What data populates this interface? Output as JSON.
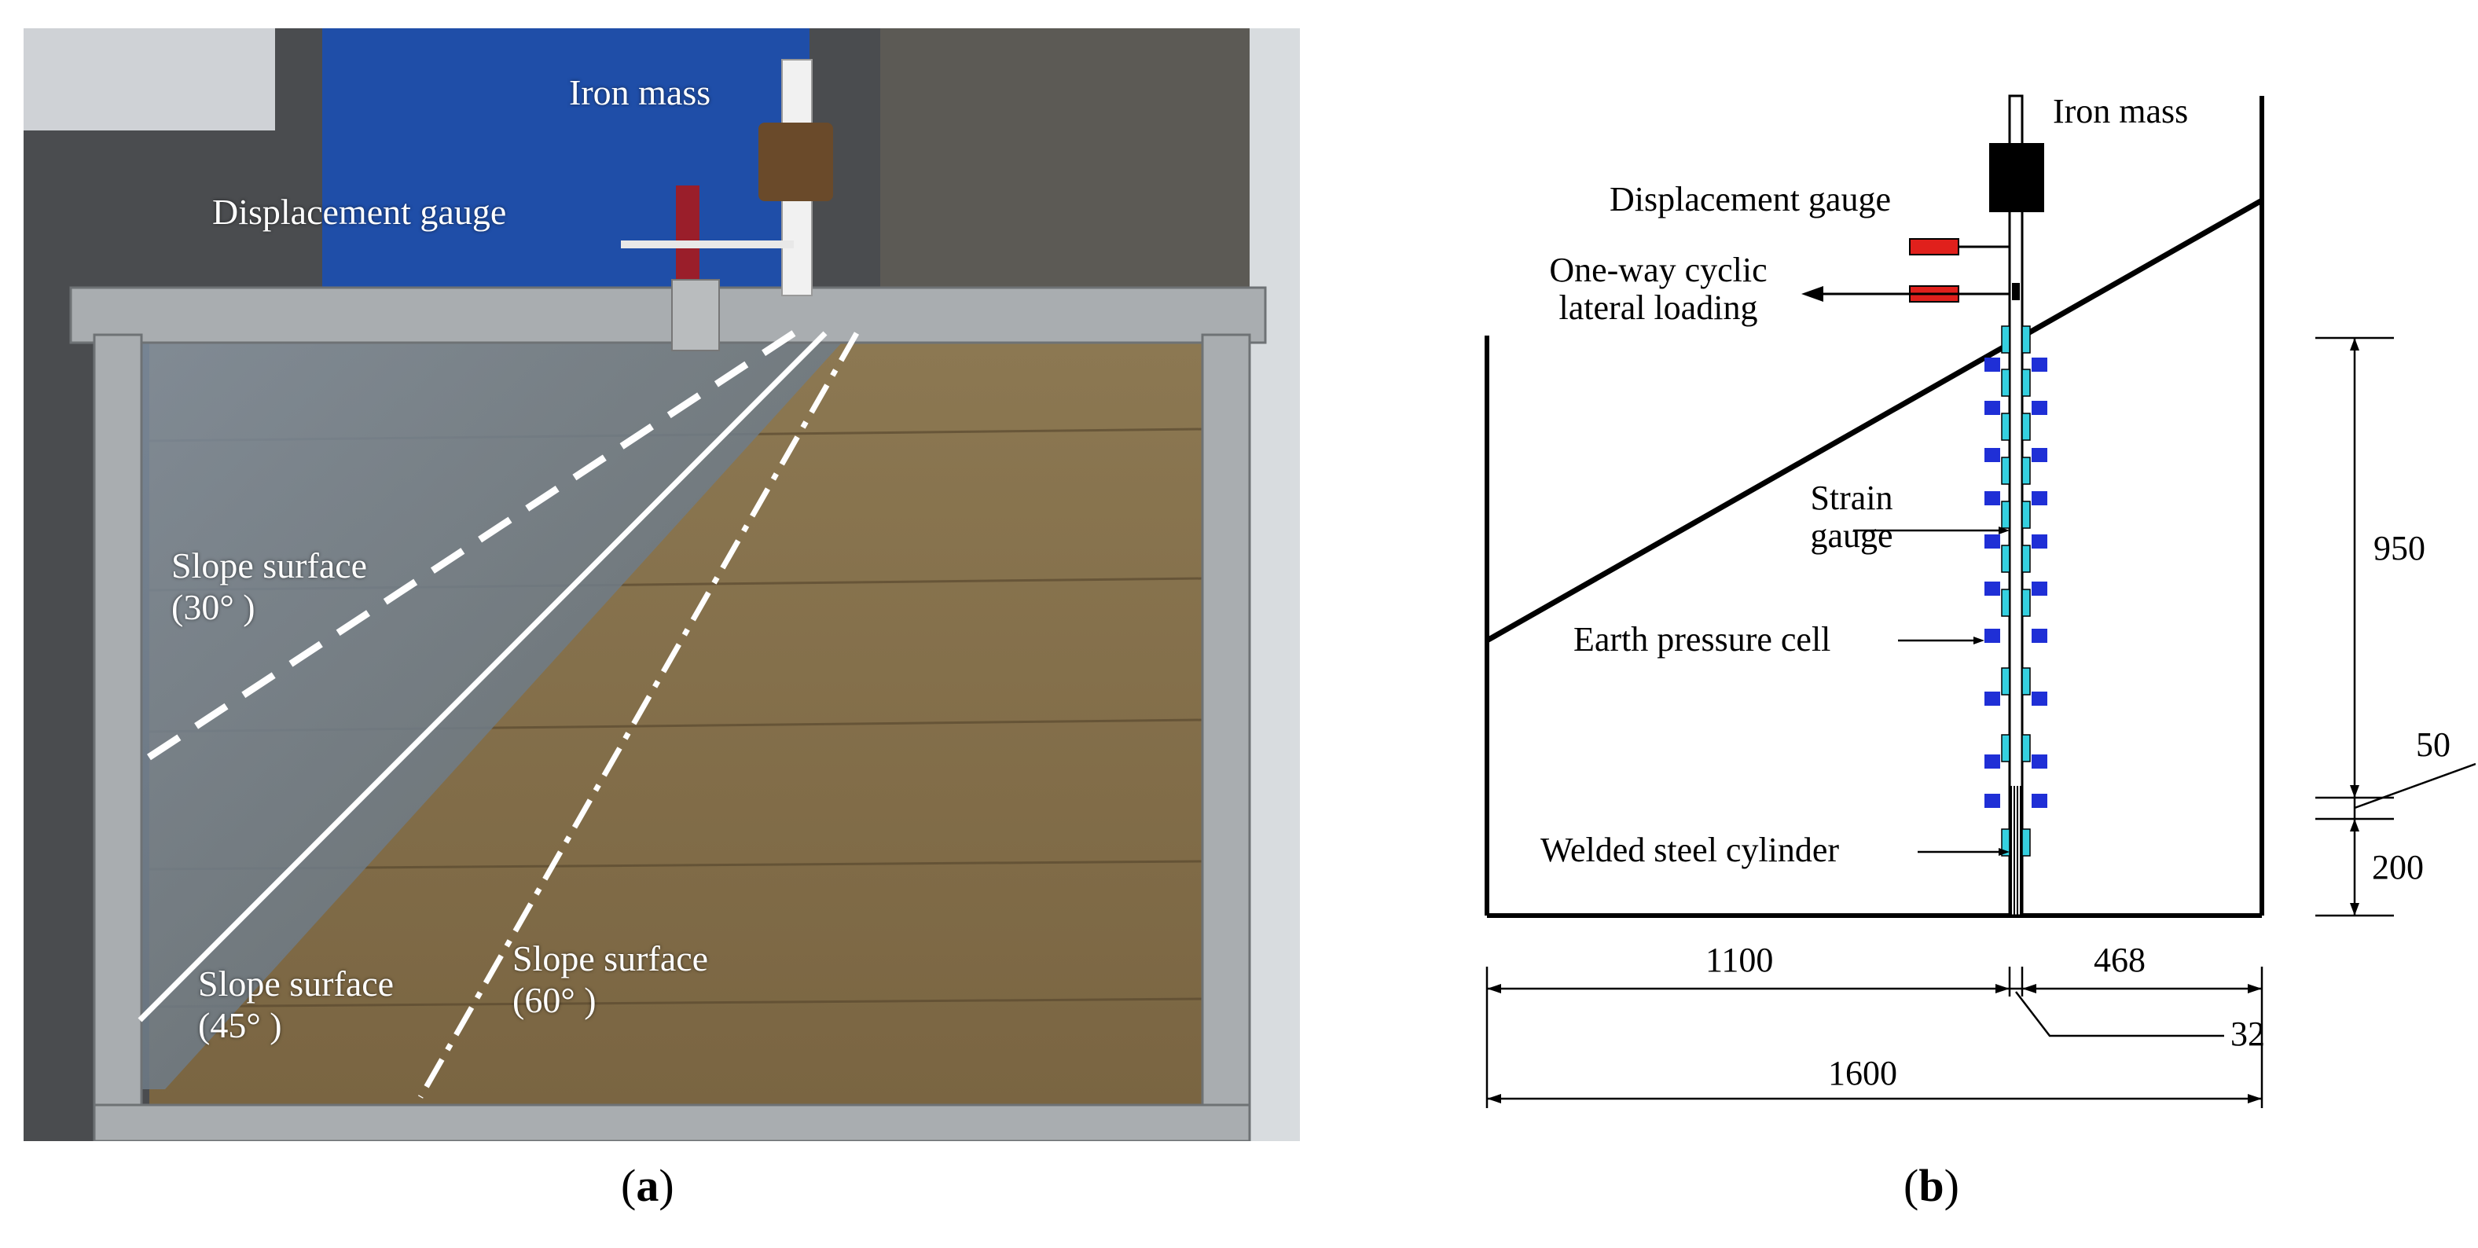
{
  "panel_a": {
    "caption_letter": "a",
    "labels": {
      "iron_mass": "Iron mass",
      "displacement_gauge": "Displacement gauge",
      "slope_30_line1": "Slope surface",
      "slope_30_line2": "(30° )",
      "slope_45_line1": "Slope surface",
      "slope_45_line2": "(45° )",
      "slope_60_line1": "Slope surface",
      "slope_60_line2": "(60° )"
    }
  },
  "panel_b": {
    "caption_letter": "b",
    "labels": {
      "iron_mass": "Iron mass",
      "displacement_gauge": "Displacement gauge",
      "loading_line1": "One-way cyclic",
      "loading_line2": "lateral loading",
      "strain_gauge_line1": "Strain",
      "strain_gauge_line2": "gauge",
      "earth_pressure_cell": "Earth pressure cell",
      "welded_steel_cylinder": "Welded steel cylinder"
    },
    "dimensions": {
      "d950": "950",
      "d50": "50",
      "d200": "200",
      "d1100": "1100",
      "d468": "468",
      "d32": "32",
      "d1600": "1600"
    },
    "colors": {
      "displacement_gauge_red": "#e0201c",
      "strain_gauge_cyan": "#35d0e0",
      "pressure_cell_blue": "#1f2fd6"
    }
  }
}
